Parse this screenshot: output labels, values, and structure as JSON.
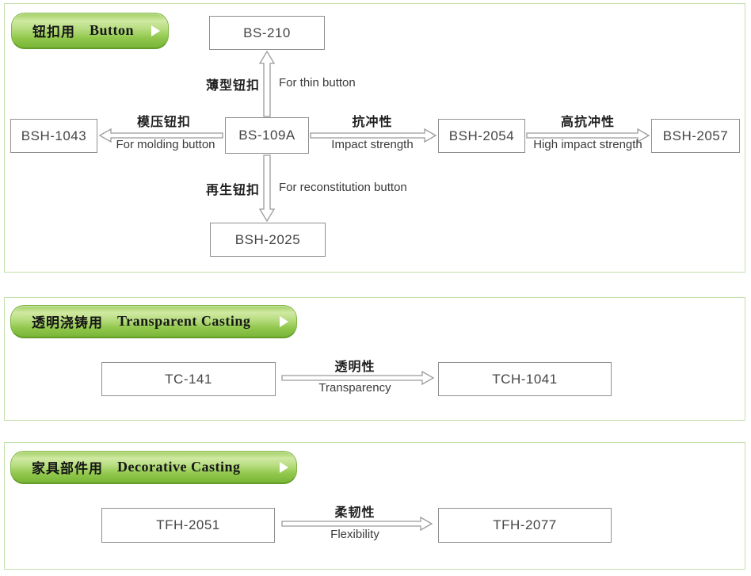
{
  "colors": {
    "accent_green": "#8cc152",
    "panel_border": "#c3e1ab",
    "box_border": "#8f8f8f",
    "arrow_outline": "#9b9b9b",
    "header_text": "#161616"
  },
  "icons": {
    "header_arrow": "play-icon"
  },
  "sections": [
    {
      "header": {
        "zh": "钮扣用",
        "en": "Button"
      },
      "nodes": [
        {
          "label": "BS-210"
        },
        {
          "label": "BSH-1043"
        },
        {
          "label": "BS-109A"
        },
        {
          "label": "BSH-2054"
        },
        {
          "label": "BSH-2057"
        },
        {
          "label": "BSH-2025"
        }
      ],
      "edges": [
        {
          "from": "BS-109A",
          "to": "BS-210",
          "direction": "up",
          "zh": "薄型钮扣",
          "en": "For thin button"
        },
        {
          "from": "BS-109A",
          "to": "BSH-1043",
          "direction": "left",
          "zh": "模压钮扣",
          "en": "For molding button"
        },
        {
          "from": "BS-109A",
          "to": "BSH-2054",
          "direction": "right",
          "zh": "抗冲性",
          "en": "Impact strength"
        },
        {
          "from": "BSH-2054",
          "to": "BSH-2057",
          "direction": "right",
          "zh": "高抗冲性",
          "en": "High impact strength"
        },
        {
          "from": "BS-109A",
          "to": "BSH-2025",
          "direction": "down",
          "zh": "再生钮扣",
          "en": "For reconstitution button"
        }
      ]
    },
    {
      "header": {
        "zh": "透明浇铸用",
        "en": "Transparent Casting"
      },
      "nodes": [
        {
          "label": "TC-141"
        },
        {
          "label": "TCH-1041"
        }
      ],
      "edges": [
        {
          "from": "TC-141",
          "to": "TCH-1041",
          "direction": "right",
          "zh": "透明性",
          "en": "Transparency"
        }
      ]
    },
    {
      "header": {
        "zh": "家具部件用",
        "en": "Decorative Casting"
      },
      "nodes": [
        {
          "label": "TFH-2051"
        },
        {
          "label": "TFH-2077"
        }
      ],
      "edges": [
        {
          "from": "TFH-2051",
          "to": "TFH-2077",
          "direction": "right",
          "zh": "柔韧性",
          "en": "Flexibility"
        }
      ]
    }
  ]
}
